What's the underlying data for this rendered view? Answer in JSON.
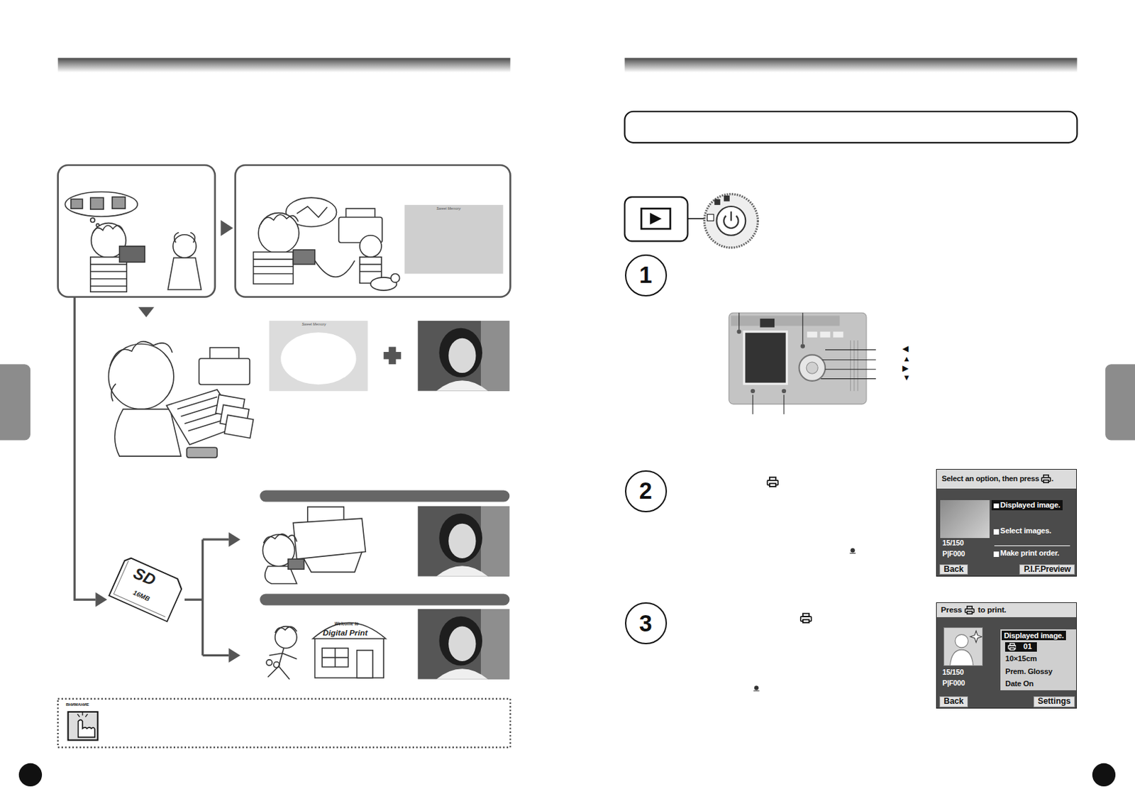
{
  "diagram": {
    "nodes": [
      {
        "text": [
          "SD",
          "16MB"
        ]
      },
      {
        "text": [
          "1"
        ]
      },
      {
        "text": [
          "2"
        ]
      },
      {
        "text": [
          "Select an option, then press",
          ".",
          "Displayed image.",
          "Select images.",
          "Make print order.",
          "15/150",
          "P|F000",
          "Back",
          "P.I.F.Preview"
        ]
      },
      {
        "text": [
          "3"
        ]
      },
      {
        "text": [
          "Press",
          "to print.",
          "Displayed image.",
          "01",
          "10×15cm",
          "Prem. Glossy",
          "Date On",
          "15/150",
          "P|F000",
          "Back",
          "Settings"
        ]
      }
    ],
    "labels": [
      "Sweet Memory",
      "Sweet Memory",
      "Welcome to",
      "Digital Print",
      "◀",
      "▲",
      "▶",
      "▼",
      "ВНИМАНИЕ"
    ]
  }
}
